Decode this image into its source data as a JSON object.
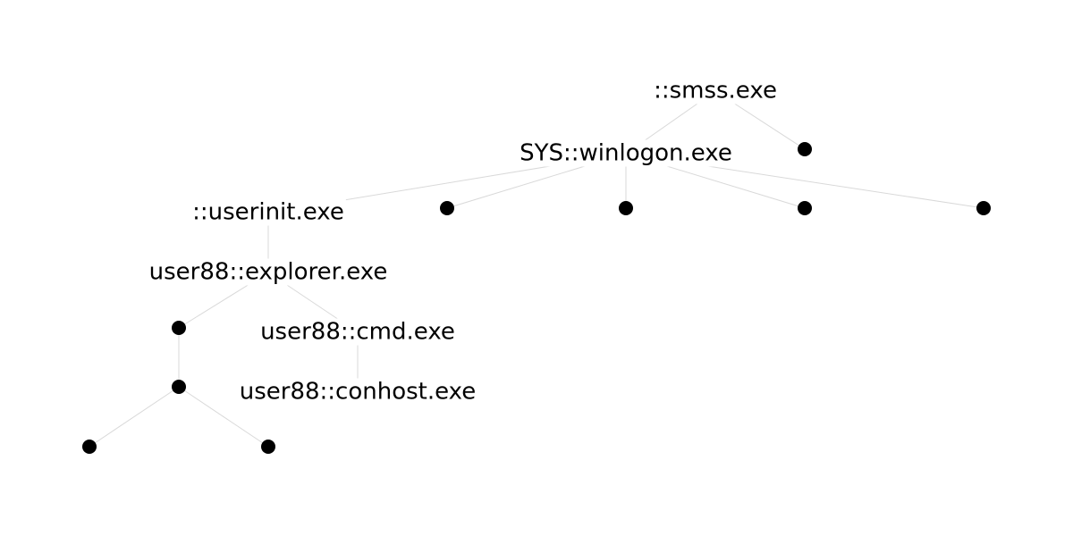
{
  "tree": {
    "nodes": [
      {
        "id": "smss",
        "label": "::smss.exe",
        "parent": null
      },
      {
        "id": "winlogon",
        "label": "SYS::winlogon.exe",
        "parent": "smss"
      },
      {
        "id": "smss_leaf",
        "label": "",
        "parent": "smss"
      },
      {
        "id": "userinit",
        "label": "::userinit.exe",
        "parent": "winlogon"
      },
      {
        "id": "wl_leaf_1",
        "label": "",
        "parent": "winlogon"
      },
      {
        "id": "wl_leaf_2",
        "label": "",
        "parent": "winlogon"
      },
      {
        "id": "wl_leaf_3",
        "label": "",
        "parent": "winlogon"
      },
      {
        "id": "wl_leaf_4",
        "label": "",
        "parent": "winlogon"
      },
      {
        "id": "explorer",
        "label": "user88::explorer.exe",
        "parent": "userinit"
      },
      {
        "id": "ex_dot",
        "label": "",
        "parent": "explorer"
      },
      {
        "id": "cmd",
        "label": "user88::cmd.exe",
        "parent": "explorer"
      },
      {
        "id": "conhost",
        "label": "user88::conhost.exe",
        "parent": "cmd"
      },
      {
        "id": "ex_dot_2",
        "label": "",
        "parent": "ex_dot"
      },
      {
        "id": "leaf_left",
        "label": "",
        "parent": "ex_dot_2"
      },
      {
        "id": "leaf_right",
        "label": "",
        "parent": "ex_dot_2"
      }
    ]
  },
  "colors": {
    "edge": "#d9d9d9",
    "node": "#000000",
    "background": "#ffffff"
  }
}
